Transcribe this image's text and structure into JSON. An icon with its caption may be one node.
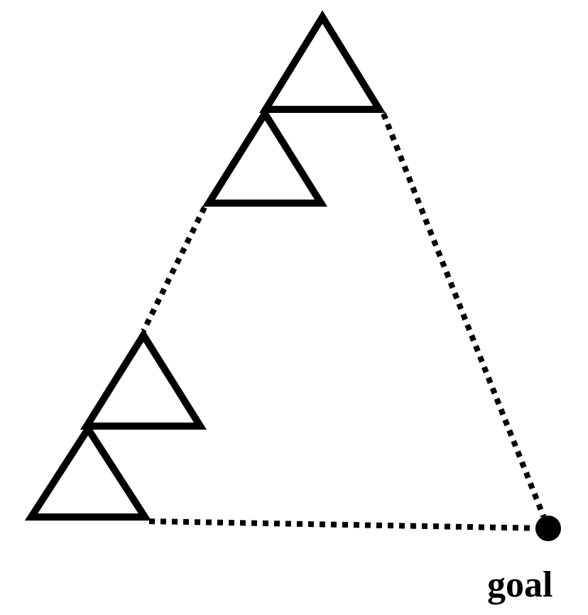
{
  "diagram": {
    "nodes": [
      {
        "text": [],
        "shape": "triangle"
      },
      {
        "text": [],
        "shape": "triangle"
      },
      {
        "text": [],
        "shape": "triangle"
      },
      {
        "text": [],
        "shape": "triangle"
      },
      {
        "text": [],
        "shape": "circle",
        "beside": [
          "goal"
        ]
      }
    ],
    "edges": [
      {
        "from": 1,
        "to": 2,
        "arrow": "none",
        "style": "dashed"
      },
      {
        "from": 0,
        "to": 4,
        "arrow": "none",
        "style": "dashed"
      },
      {
        "from": 3,
        "to": 4,
        "arrow": "none",
        "style": "dashed"
      }
    ]
  }
}
